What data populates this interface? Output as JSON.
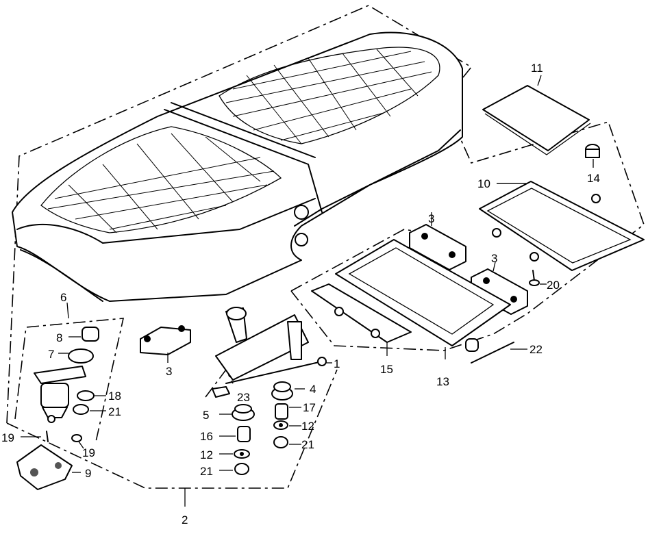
{
  "diagram": {
    "parts": [
      {
        "id": "p1",
        "label": "1"
      },
      {
        "id": "p2",
        "label": "2"
      },
      {
        "id": "p3a",
        "label": "3"
      },
      {
        "id": "p3b",
        "label": "3"
      },
      {
        "id": "p3c",
        "label": "3"
      },
      {
        "id": "p4",
        "label": "4"
      },
      {
        "id": "p5",
        "label": "5"
      },
      {
        "id": "p6",
        "label": "6"
      },
      {
        "id": "p7",
        "label": "7"
      },
      {
        "id": "p8",
        "label": "8"
      },
      {
        "id": "p9",
        "label": "9"
      },
      {
        "id": "p10",
        "label": "10"
      },
      {
        "id": "p11",
        "label": "11"
      },
      {
        "id": "p12a",
        "label": "12"
      },
      {
        "id": "p12b",
        "label": "12"
      },
      {
        "id": "p13",
        "label": "13"
      },
      {
        "id": "p14",
        "label": "14"
      },
      {
        "id": "p15",
        "label": "15"
      },
      {
        "id": "p16",
        "label": "16"
      },
      {
        "id": "p17",
        "label": "17"
      },
      {
        "id": "p18",
        "label": "18"
      },
      {
        "id": "p19a",
        "label": "19"
      },
      {
        "id": "p19b",
        "label": "19"
      },
      {
        "id": "p20",
        "label": "20"
      },
      {
        "id": "p21a",
        "label": "21"
      },
      {
        "id": "p21b",
        "label": "21"
      },
      {
        "id": "p21c",
        "label": "21"
      },
      {
        "id": "p22",
        "label": "22"
      },
      {
        "id": "p23",
        "label": "23"
      }
    ]
  }
}
